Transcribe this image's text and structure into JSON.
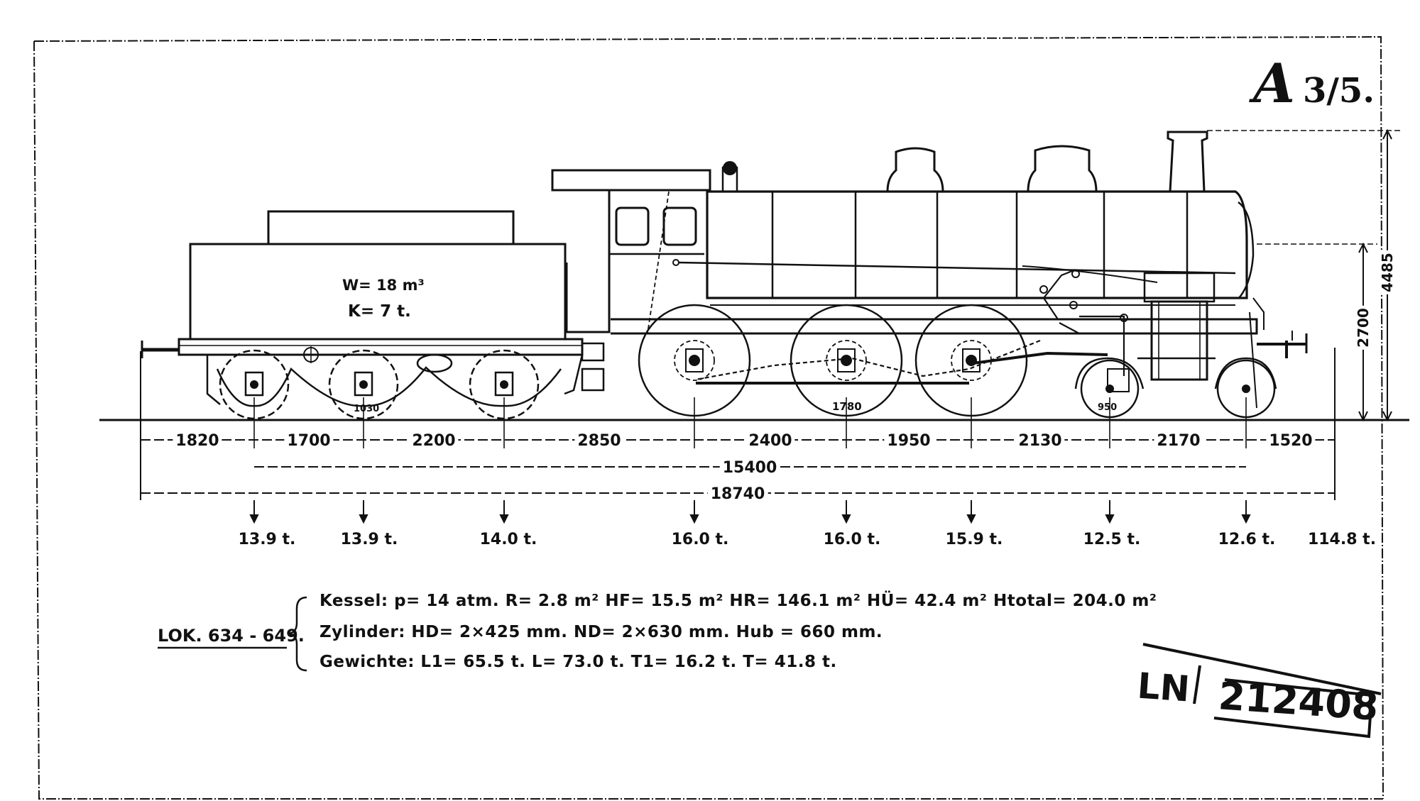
{
  "class_mark": "A",
  "class_fraction": "3/5.",
  "tender_labels": {
    "water": "W= 18 m³",
    "coal": "K= 7 t."
  },
  "wheel_labels": {
    "tender_wheel": "1030",
    "driving_wheel": "1780",
    "bogie_wheel": "950"
  },
  "heights": {
    "total": "4485",
    "boiler_axis": "2700"
  },
  "spacings": [
    "1820",
    "1700",
    "2200",
    "2850",
    "2400",
    "1950",
    "2130",
    "2170",
    "1520"
  ],
  "wheelbase": "15400",
  "overall_length": "18740",
  "axle_loads": [
    "13.9 t.",
    "13.9 t.",
    "14.0 t.",
    "16.0 t.",
    "16.0 t.",
    "15.9 t.",
    "12.5 t.",
    "12.6 t."
  ],
  "total_weight": "114.8 t.",
  "locomotive_numbers": "LOK. 634 - 649.",
  "specs": {
    "kessel": "Kessel: p= 14 atm.  R= 2.8 m²  HF= 15.5 m²  HR= 146.1 m²  HÜ= 42.4 m²  Htotal= 204.0 m²",
    "zylinder": "Zylinder: HD= 2×425 mm.  ND= 2×630 mm.  Hub = 660 mm.",
    "gewichte": "Gewichte: L1= 65.5 t.  L= 73.0 t.  T1= 16.2 t.  T= 41.8 t."
  },
  "stamp": {
    "prefix": "LN",
    "number": "212408"
  }
}
